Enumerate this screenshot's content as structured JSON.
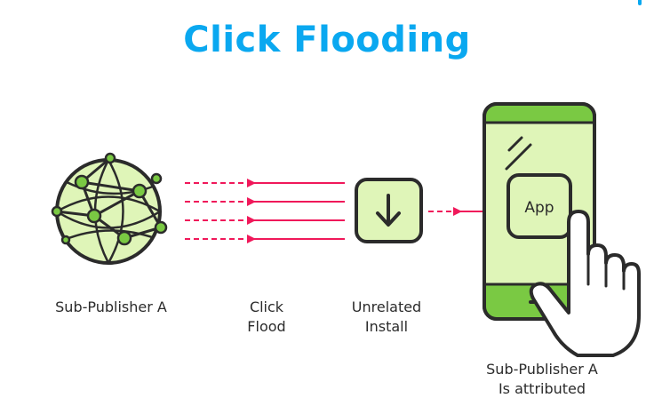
{
  "title": "Click Flooding",
  "labels": {
    "source": [
      "Sub-Publisher A"
    ],
    "flood": [
      "Click",
      "Flood"
    ],
    "install": [
      "Unrelated",
      "Install"
    ],
    "attributed": [
      "Sub-Publisher A",
      "Is attributed"
    ]
  },
  "phone": {
    "app_label": "App"
  },
  "colors": {
    "title": "#0aa8f0",
    "light_green": "#dff5b8",
    "green": "#7ac943",
    "arrow_red": "#f0185a",
    "outline": "#2b2b2b"
  },
  "icons": {
    "source": "globe-network-icon",
    "install": "download-arrow-icon",
    "device": "smartphone-icon",
    "hand": "tapping-hand-icon"
  }
}
